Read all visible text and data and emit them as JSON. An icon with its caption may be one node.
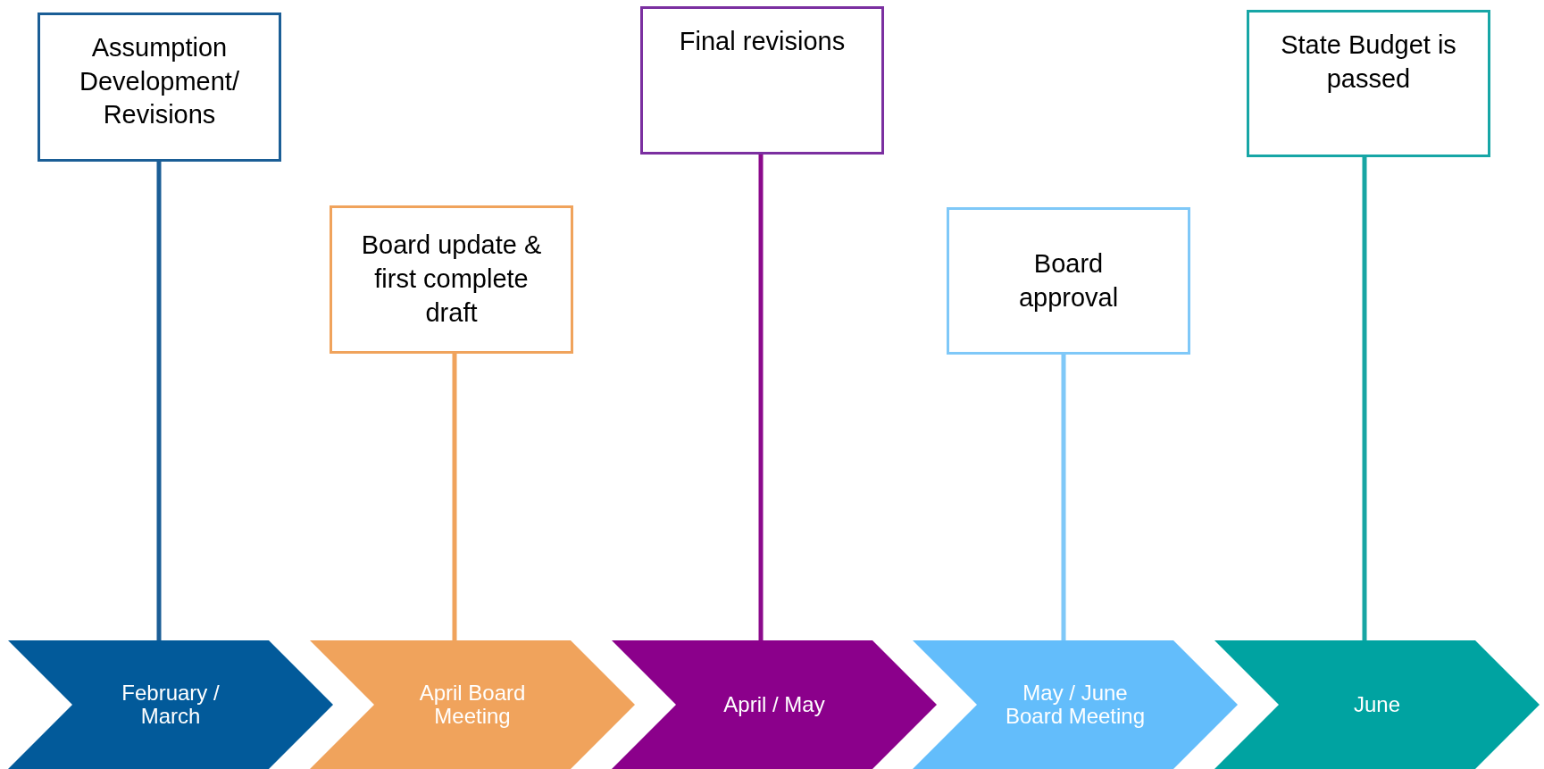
{
  "diagram": {
    "nodes": [
      {
        "text": [
          "Assumption Development/ Revisions"
        ]
      },
      {
        "text": [
          "Board update & first complete draft"
        ]
      },
      {
        "text": [
          "Final revisions"
        ]
      },
      {
        "text": [
          "Board approval"
        ]
      },
      {
        "text": [
          "State Budget is passed"
        ]
      },
      {
        "text": [
          "February / March"
        ]
      },
      {
        "text": [
          "April Board Meeting"
        ]
      },
      {
        "text": [
          "April / May"
        ]
      },
      {
        "text": [
          "May / June Board Meeting"
        ]
      },
      {
        "text": [
          "June"
        ]
      }
    ],
    "edges": [
      {
        "from": 0,
        "to": 5,
        "arrow": "none",
        "color": "#1b5e96"
      },
      {
        "from": 1,
        "to": 6,
        "arrow": "none",
        "color": "#f0a35c"
      },
      {
        "from": 2,
        "to": 7,
        "arrow": "none",
        "color": "#8b0a8c"
      },
      {
        "from": 3,
        "to": 8,
        "arrow": "none",
        "color": "#7fc8f8"
      },
      {
        "from": 4,
        "to": 9,
        "arrow": "none",
        "color": "#17a5a3"
      }
    ]
  }
}
